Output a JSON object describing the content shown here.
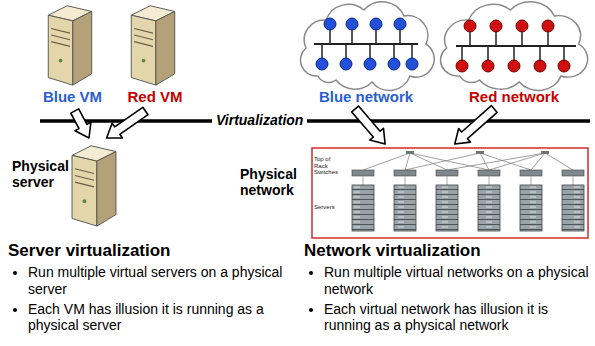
{
  "diagram": {
    "nodes": [
      {
        "text": [
          "Blue VM"
        ]
      },
      {
        "text": [
          "Red VM"
        ]
      },
      {
        "text": [
          "Blue network"
        ]
      },
      {
        "text": [
          "Red network"
        ]
      },
      {
        "text": [
          "Physical server"
        ]
      },
      {
        "text": [
          "Physical network",
          "Top of Rack Switches",
          "Servers"
        ]
      }
    ],
    "edges": [
      {
        "from": 0,
        "to": 4,
        "arrow": "to"
      },
      {
        "from": 1,
        "to": 4,
        "arrow": "to"
      },
      {
        "from": 2,
        "to": 5,
        "arrow": "to"
      },
      {
        "from": 3,
        "to": 5,
        "arrow": "to"
      }
    ],
    "labels": [
      "Virtualization",
      "Server virtualization",
      "Run multiple virtual servers on a physical server",
      "Each VM has illusion it is running as a physical server",
      "Network virtualization",
      "Run multiple virtual networks on a physical network",
      "Each virtual network has illusion it is running as a physical network"
    ]
  }
}
